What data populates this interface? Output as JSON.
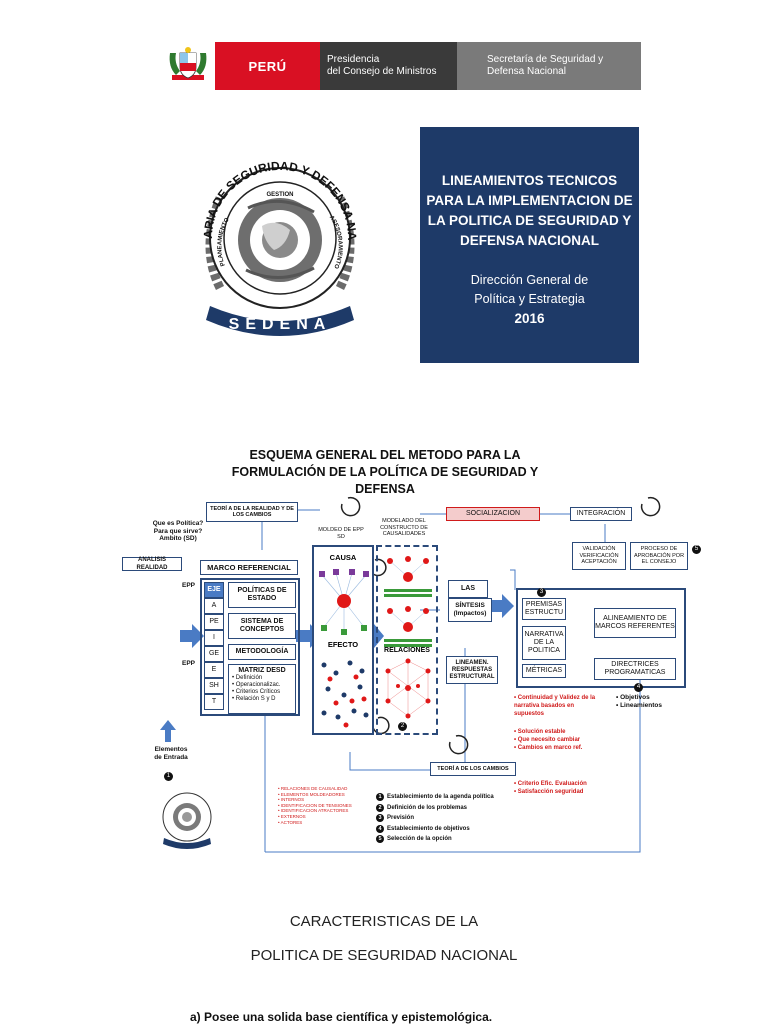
{
  "header": {
    "peru": "PERÚ",
    "pcm_line1": "Presidencia",
    "pcm_line2": "del Consejo de Ministros",
    "sedena_line1": "Secretaría de Seguridad y",
    "sedena_line2": "Defensa Nacional"
  },
  "logo": {
    "ring_top": "SECRETARIA DE SEGURIDAD Y DEFENSA NACIONAL",
    "gestion": "GESTION",
    "planeamiento": "PLANEAMIENTO",
    "asesoramiento": "ASESORAMIENTO",
    "banner": "SEDENA"
  },
  "title_block": {
    "line1": "LINEAMIENTOS TECNICOS",
    "line2": "PARA LA IMPLEMENTACION DE",
    "line3": "LA POLITICA DE SEGURIDAD Y",
    "line4": "DEFENSA NACIONAL",
    "sub1": "Dirección General de",
    "sub2": "Política y Estrategia",
    "year": "2016"
  },
  "scheme": {
    "title1": "ESQUEMA GENERAL DEL METODO PARA LA",
    "title2": "FORMULACIÓN DE LA POLÍTICA DE SEGURIDAD Y DEFENSA",
    "teoria_top": "TEORÍ A DE LA REALIDAD Y DE LOS CAMBIOS",
    "que_es1": "Que es Política?",
    "que_es2": "Para que sirve?",
    "que_es3": "Ambito (SD)",
    "analisis": "ANALISIS REALIDAD",
    "marco_ref": "MARCO REFERENCIAL",
    "epp_top": "EPP",
    "epp_bottom": "EPP",
    "eje": [
      "EJE",
      "A",
      "PE",
      "I",
      "GE",
      "E",
      "SH",
      "T"
    ],
    "politicas": "POLÍTICAS DE ESTADO",
    "sistema": "SISTEMA DE CONCEPTOS",
    "metodologia": "METODOLOGÍA",
    "matriz": "MATRIZ DESD",
    "matriz_items": [
      "• Definición",
      "• Operacionalizac.",
      "• Criterios Críticos",
      "• Relación S y D"
    ],
    "moldeo": "MOLDEO DE EPP SD",
    "modelado": "MODELADO DEL CONSTRUCTO DE CAUSALIDADES",
    "causa": "CAUSA",
    "efecto": "EFECTO",
    "relaciones": "RELACIONES",
    "socializacion": "SOCIALIZACION",
    "integracion": "INTEGRACIÓN",
    "validacion": "VALIDACIÓN VERIFICACIÓN ACEPTACIÓN",
    "proceso": "PROCESO DE APROBACIÓN POR EL CONSEJO",
    "las": "LAS",
    "sintesis": "SÍNTESIS (Impactos)",
    "lineamen": "LINEAMEN. RESPUESTAS ESTRUCTURAL",
    "premisas": "PREMISAS ESTRUCTU",
    "narrativa": "NARRATIVA DE LA POLITICA",
    "metricas": "MÉTRICAS",
    "alineamiento": "ALINEAMIENTO DE MARCOS REFERENTES",
    "directrices": "DIRECTRICES PROGRAMATICAS",
    "objetivos": "• Objetivos",
    "lineamientos": "• Lineamientos",
    "red1": "• Continuidad y Validez de la narrativa basados en supuestos",
    "red2": "• Solución estable",
    "red3": "• Que necesito cambiar",
    "red4": "• Cambios en marco ref.",
    "red5": "• Criterio Efic. Evaluación",
    "red6": "• Satisfacción seguridad",
    "teoria_bottom": "TEORÍ A DE LOS CAMBIOS",
    "elementos1": "Elementos",
    "elementos2": "de Entrada",
    "left_red": [
      "• RELACIONES DE CAUSALIDAD",
      "• ELEMENTOS MOLDEADORES",
      "• INTERNOS",
      "• IDENTIFICACION DE TENSIONES",
      "• IDENTIFICACION ATRACTORES",
      "• EXTERNOS",
      "• ACTORES"
    ],
    "steps": [
      "Establecimiento de la agenda política",
      "Definición de los problemas",
      "Previsión",
      "Establecimiento de objetivos",
      "Selección de la opción"
    ],
    "step_nums": [
      "1",
      "2",
      "3",
      "4",
      "5"
    ]
  },
  "section": {
    "line1": "CARACTERISTICAS DE LA",
    "line2": "POLITICA DE SEGURIDAD NACIONAL",
    "item_a": "a)   Posee una solida base científica y epistemológica."
  },
  "colors": {
    "peru_red": "#d91023",
    "navy": "#1e3a68",
    "diagram_blue": "#4a7bc4"
  }
}
